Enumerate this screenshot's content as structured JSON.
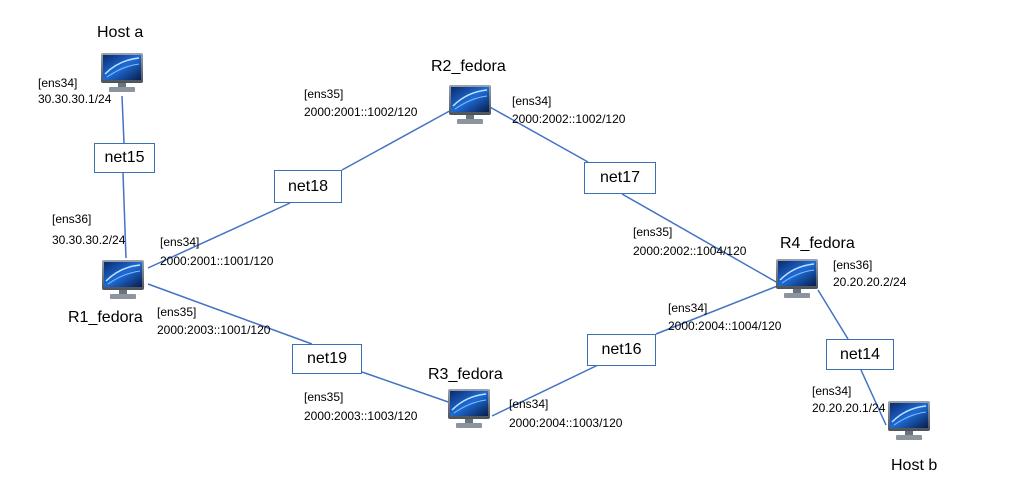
{
  "colors": {
    "link": "#4472c4",
    "box_border": "#3b6fb6",
    "screen_glow": "#1e6bd6"
  },
  "icon": "desktop-computer-icon",
  "hosts": {
    "host_a": {
      "name": "Host a"
    },
    "host_b": {
      "name": "Host b"
    },
    "r1": {
      "name": "R1_fedora"
    },
    "r2": {
      "name": "R2_fedora"
    },
    "r3": {
      "name": "R3_fedora"
    },
    "r4": {
      "name": "R4_fedora"
    }
  },
  "networks": {
    "net14": "net14",
    "net15": "net15",
    "net16": "net16",
    "net17": "net17",
    "net18": "net18",
    "net19": "net19"
  },
  "interfaces": {
    "host_a_ens34": {
      "if": "[ens34]",
      "addr": "30.30.30.1/24"
    },
    "r1_ens36": {
      "if": "[ens36]",
      "addr": "30.30.30.2/24"
    },
    "r1_ens34": {
      "if": "[ens34]",
      "addr": "2000:2001::1001/120"
    },
    "r1_ens35": {
      "if": "[ens35]",
      "addr": "2000:2003::1001/120"
    },
    "r2_ens35": {
      "if": "[ens35]",
      "addr": "2000:2001::1002/120"
    },
    "r2_ens34": {
      "if": "[ens34]",
      "addr": "2000:2002::1002/120"
    },
    "r3_ens35": {
      "if": "[ens35]",
      "addr": "2000:2003::1003/120"
    },
    "r3_ens34": {
      "if": "[ens34]",
      "addr": "2000:2004::1003/120"
    },
    "r4_ens35": {
      "if": "[ens35]",
      "addr": "2000:2002::1004/120"
    },
    "r4_ens34": {
      "if": "[ens34]",
      "addr": "2000:2004::1004/120"
    },
    "r4_ens36": {
      "if": "[ens36]",
      "addr": "20.20.20.2/24"
    },
    "host_b_ens34": {
      "if": "[ens34]",
      "addr": "20.20.20.1/24"
    }
  }
}
